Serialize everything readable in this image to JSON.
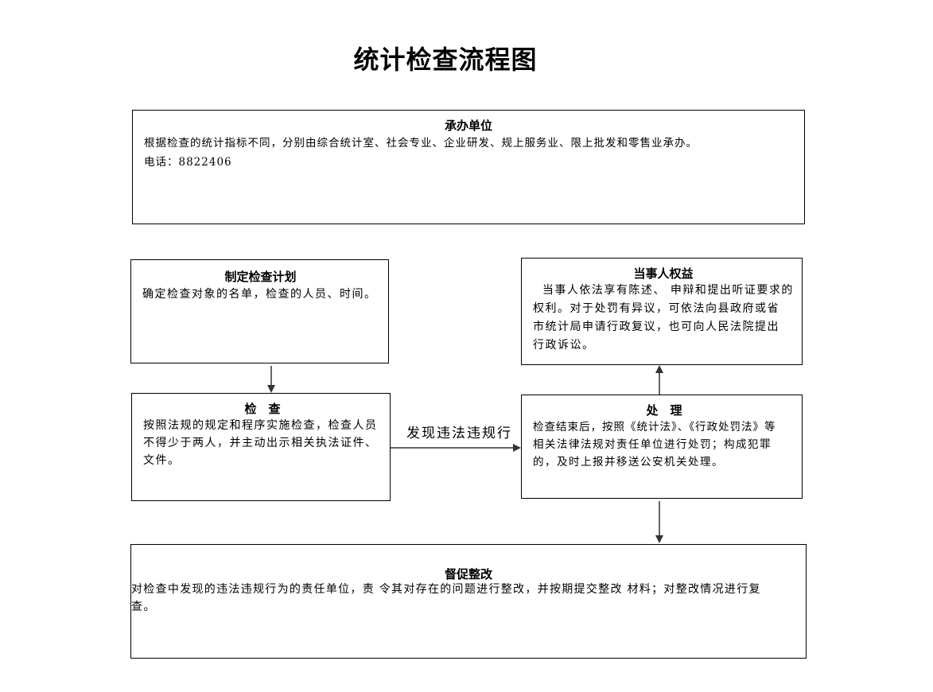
{
  "title": "统计检查流程图",
  "nodes": {
    "undertaking_unit": {
      "title": "承办单位",
      "lines": [
        "根据检查的统计指标不同，分别由综合统计室、社会专业、企业研发、规上服务业、限上批发和零售业承办。",
        "电话：8822406"
      ]
    },
    "plan": {
      "title": "制定检查计划",
      "lines": [
        "确定检查对象的名单，检查的人员、时间。"
      ]
    },
    "inspection": {
      "title": "检　查",
      "lines": [
        "按照法规的规定和程序实施检查，检查人员",
        "不得少于两人，并主动出示相关执法证件、",
        "文件。"
      ]
    },
    "party_rights": {
      "title": "当事人权益",
      "lines": [
        "  当事人依法享有陈述、 申辩和提出听证要求的",
        "权利。对于处罚有异议，可依法向县政府或省",
        "市统计局申请行政复议，也可向人民法院提出",
        "行政诉讼。"
      ]
    },
    "handling": {
      "title": "处　理",
      "lines": [
        "检查结束后，按照《统计法》、《行政处罚法》等",
        "相关法律法规对责任单位进行处罚；构成犯罪",
        "的，及时上报并移送公安机关处理。"
      ]
    },
    "rectification": {
      "title": "督促整改",
      "lines": [
        "对检查中发现的违法违规行为的责任单位，责 令其对存在的问题进行整改，并按期提交整改 材料；对整改情况进行复",
        "查。"
      ]
    }
  },
  "edge_label": "发现违法违规行"
}
